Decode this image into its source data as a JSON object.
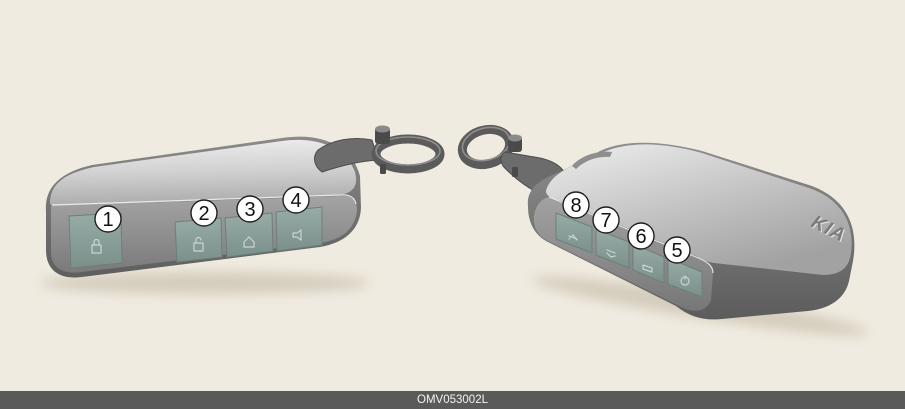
{
  "caption": {
    "code": "OMV053002L"
  },
  "brand": {
    "logo": "KIA"
  },
  "colors": {
    "background": "#f0ebe0",
    "caption_bar": "#5a5a5a",
    "caption_text": "#f2f2f2",
    "button_face": "#889d98",
    "fob_silver": "#cfcfcf"
  },
  "left_fob": {
    "callouts": [
      "1",
      "2",
      "3",
      "4"
    ],
    "button_icon": "key-button-symbol-icon"
  },
  "right_fob": {
    "callouts": [
      "8",
      "7",
      "6",
      "5"
    ],
    "button_icon": "key-button-symbol-icon"
  }
}
